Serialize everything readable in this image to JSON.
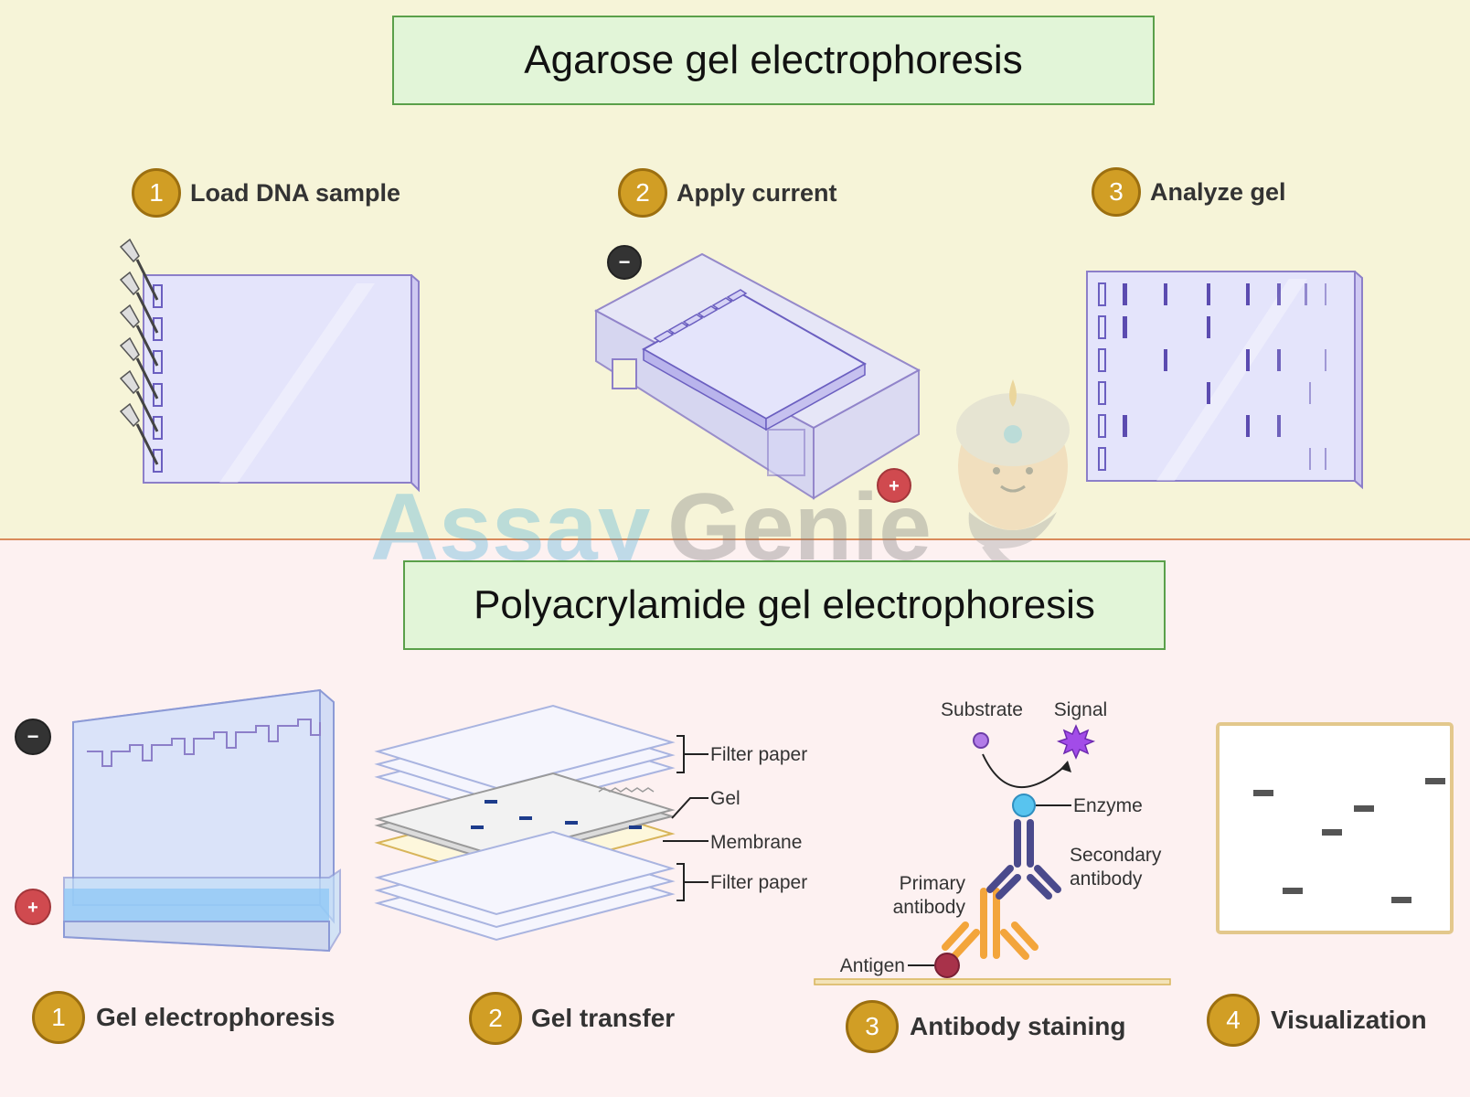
{
  "watermark": {
    "part1": "Assay",
    "part2": "Genie"
  },
  "agarose": {
    "title": "Agarose gel electrophoresis",
    "steps": [
      {
        "number": "1",
        "label": "Load DNA sample"
      },
      {
        "number": "2",
        "label": "Apply current"
      },
      {
        "number": "3",
        "label": "Analyze gel"
      }
    ],
    "electrodes": {
      "negative": "−",
      "positive": "+"
    }
  },
  "page": {
    "title": "Polyacrylamide gel electrophoresis",
    "steps": [
      {
        "number": "1",
        "label": "Gel electrophoresis"
      },
      {
        "number": "2",
        "label": "Gel transfer"
      },
      {
        "number": "3",
        "label": "Antibody staining"
      },
      {
        "number": "4",
        "label": "Visualization"
      }
    ],
    "electrodes": {
      "negative": "−",
      "positive": "+"
    },
    "transfer_labels": {
      "filter_top": "Filter paper",
      "gel": "Gel",
      "membrane": "Membrane",
      "filter_bottom": "Filter paper"
    },
    "staining_labels": {
      "substrate": "Substrate",
      "signal": "Signal",
      "enzyme": "Enzyme",
      "secondary_1": "Secondary",
      "secondary_2": "antibody",
      "primary_1": "Primary",
      "primary_2": "antibody",
      "antigen": "Antigen"
    }
  },
  "colors": {
    "badge": "#d19e25",
    "gel": "#e4e4fb",
    "gel_edge": "#8c7fc9",
    "band": "#5b4bb0",
    "top_bg": "#f6f4d8",
    "bottom_bg": "#fdf1f1",
    "title_box": "#e2f5d8",
    "primary_antibody": "#f3a53b",
    "secondary_antibody": "#4a4a8c",
    "enzyme": "#58c4ef",
    "antigen": "#a8324a"
  }
}
